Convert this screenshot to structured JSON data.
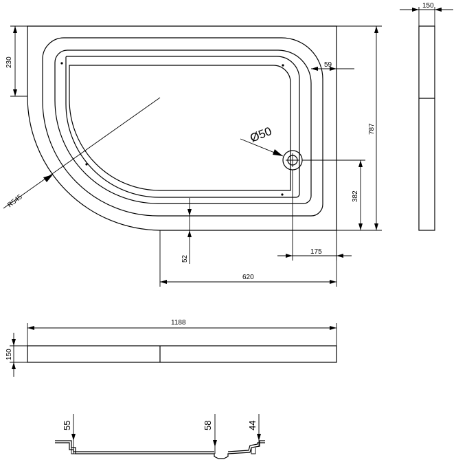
{
  "top_view": {
    "dim_230": "230",
    "dim_59": "59",
    "dim_787": "787",
    "dim_382": "382",
    "dim_175": "175",
    "dim_52": "52",
    "dim_620": "620",
    "radius_label": "R545",
    "drain_label": "Ø50"
  },
  "side_view": {
    "dim_150_right": "150",
    "dim_1188": "1188",
    "dim_150_left": "150"
  },
  "section_view": {
    "dim_55": "55",
    "dim_58": "58",
    "dim_44": "44"
  }
}
